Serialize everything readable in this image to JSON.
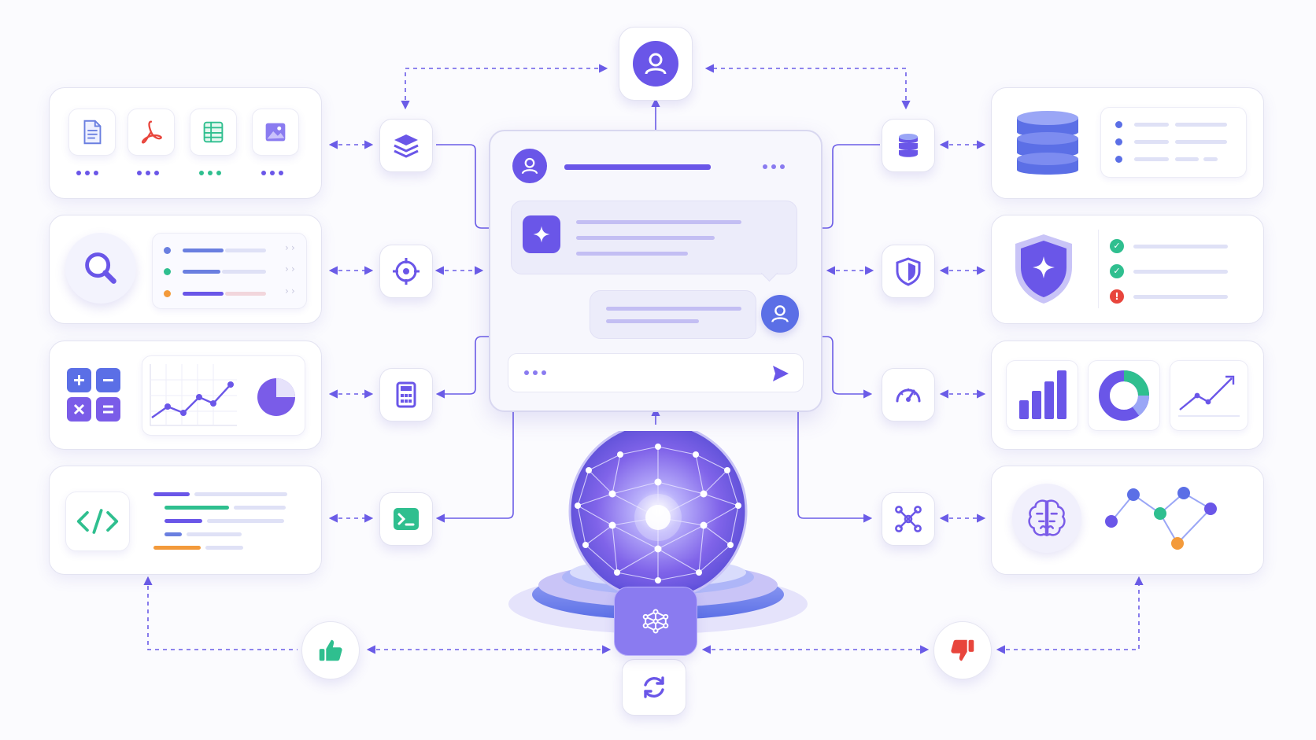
{
  "colors": {
    "accent": "#6a56e8",
    "accent_light": "#b9b2f6",
    "green": "#2fbf8f",
    "orange": "#f39a3b",
    "red": "#e8453c",
    "line": "#6b5ce7"
  },
  "hub": {
    "name": "neural-network-globe",
    "base_icon": "network-hub-icon",
    "refresh_icon": "refresh-icon"
  },
  "chat": {
    "header_avatar": "user-avatar-icon",
    "assistant_icon": "sparkle-icon",
    "reply_avatar": "user-avatar-icon",
    "send_icon": "send-icon"
  },
  "top_user": {
    "icon": "user-icon"
  },
  "left_tools": [
    {
      "icon": "layers-icon"
    },
    {
      "icon": "target-icon"
    },
    {
      "icon": "calculator-icon"
    },
    {
      "icon": "terminal-icon"
    }
  ],
  "right_tools": [
    {
      "icon": "database-icon"
    },
    {
      "icon": "shield-icon"
    },
    {
      "icon": "gauge-icon"
    },
    {
      "icon": "graph-nodes-icon"
    }
  ],
  "left_panels": [
    {
      "name": "documents-panel",
      "icons": [
        "document-icon",
        "pdf-icon",
        "spreadsheet-icon",
        "image-icon"
      ]
    },
    {
      "name": "search-panel",
      "icons": [
        "magnifier-icon"
      ]
    },
    {
      "name": "math-panel",
      "icons": [
        "math-operators-icon",
        "line-chart-icon",
        "pie-chart-icon"
      ]
    },
    {
      "name": "code-panel",
      "icons": [
        "code-icon"
      ]
    }
  ],
  "right_panels": [
    {
      "name": "database-panel",
      "icons": [
        "database-stack-icon"
      ]
    },
    {
      "name": "security-panel",
      "icons": [
        "shield-sparkle-icon",
        "check-icon",
        "check-icon",
        "alert-icon"
      ]
    },
    {
      "name": "analytics-panel",
      "icons": [
        "bar-chart-icon",
        "donut-chart-icon",
        "trend-chart-icon"
      ]
    },
    {
      "name": "knowledge-panel",
      "icons": [
        "brain-icon",
        "knowledge-graph-icon"
      ]
    }
  ],
  "feedback": {
    "positive_icon": "thumbs-up-icon",
    "negative_icon": "thumbs-down-icon"
  }
}
